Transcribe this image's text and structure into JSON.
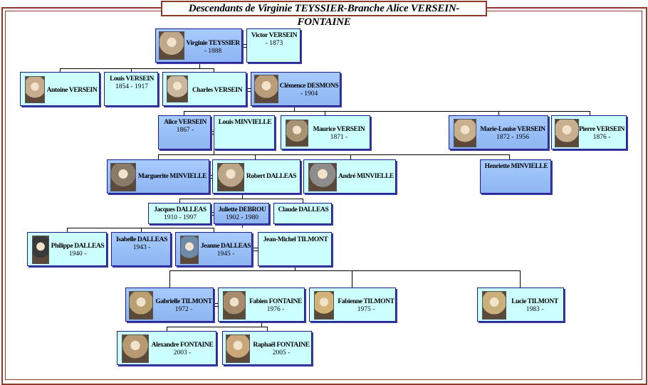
{
  "title": "Descendants de Virginie TEYSSIER-Branche Alice VERSEIN-FONTAINE",
  "people": {
    "virginie": {
      "name": "Virginie TEYSSIER",
      "dates": "- 1888"
    },
    "victor": {
      "name": "Victor VERSEIN",
      "dates": "- 1873"
    },
    "antoine": {
      "name": "Antoine VERSEIN",
      "dates": ""
    },
    "louis_v": {
      "name": "Louis VERSEIN",
      "dates": "1854 - 1917"
    },
    "charles": {
      "name": "Charles VERSEIN",
      "dates": ""
    },
    "clemence": {
      "name": "Clémence DESMONS",
      "dates": "- 1904"
    },
    "alice": {
      "name": "Alice VERSEIN",
      "dates": "1867 -"
    },
    "louis_m": {
      "name": "Louis MINVIELLE",
      "dates": ""
    },
    "maurice": {
      "name": "Maurice VERSEIN",
      "dates": "1871 -"
    },
    "marie_louise": {
      "name": "Marie-Louise VERSEIN",
      "dates": "1872 - 1956"
    },
    "pierre": {
      "name": "Pierre VERSEIN",
      "dates": "1876 -"
    },
    "marguerite": {
      "name": "Marguerite MINVIELLE",
      "dates": ""
    },
    "robert": {
      "name": "Robert DALLEAS",
      "dates": ""
    },
    "andre": {
      "name": "André MINVIELLE",
      "dates": ""
    },
    "henriette": {
      "name": "Henriette MINVIELLE",
      "dates": ""
    },
    "jacques": {
      "name": "Jacques DALLEAS",
      "dates": "1910 - 1997"
    },
    "juliette": {
      "name": "Juliette DEBROU",
      "dates": "1902 - 1980"
    },
    "claude": {
      "name": "Claude DALLEAS",
      "dates": ""
    },
    "philippe": {
      "name": "Philippe DALLEAS",
      "dates": "1940 -"
    },
    "isabelle": {
      "name": "Isabelle DALLEAS",
      "dates": "1943 -"
    },
    "jeanne": {
      "name": "Jeanne DALLEAS",
      "dates": "1945 -"
    },
    "jean_michel": {
      "name": "Jean-Michel TILMONT",
      "dates": ""
    },
    "gabrielle": {
      "name": "Gabrielle TILMONT",
      "dates": "1972 -"
    },
    "fabien": {
      "name": "Fabien FONTAINE",
      "dates": "1976 -"
    },
    "fabienne": {
      "name": "Fabienne TILMONT",
      "dates": "1975 -"
    },
    "lucie": {
      "name": "Lucie TILMONT",
      "dates": "1983 -"
    },
    "alexandre": {
      "name": "Alexandre FONTAINE",
      "dates": "2003 -"
    },
    "raphael": {
      "name": "Raphaël FONTAINE",
      "dates": "2005 -"
    }
  }
}
